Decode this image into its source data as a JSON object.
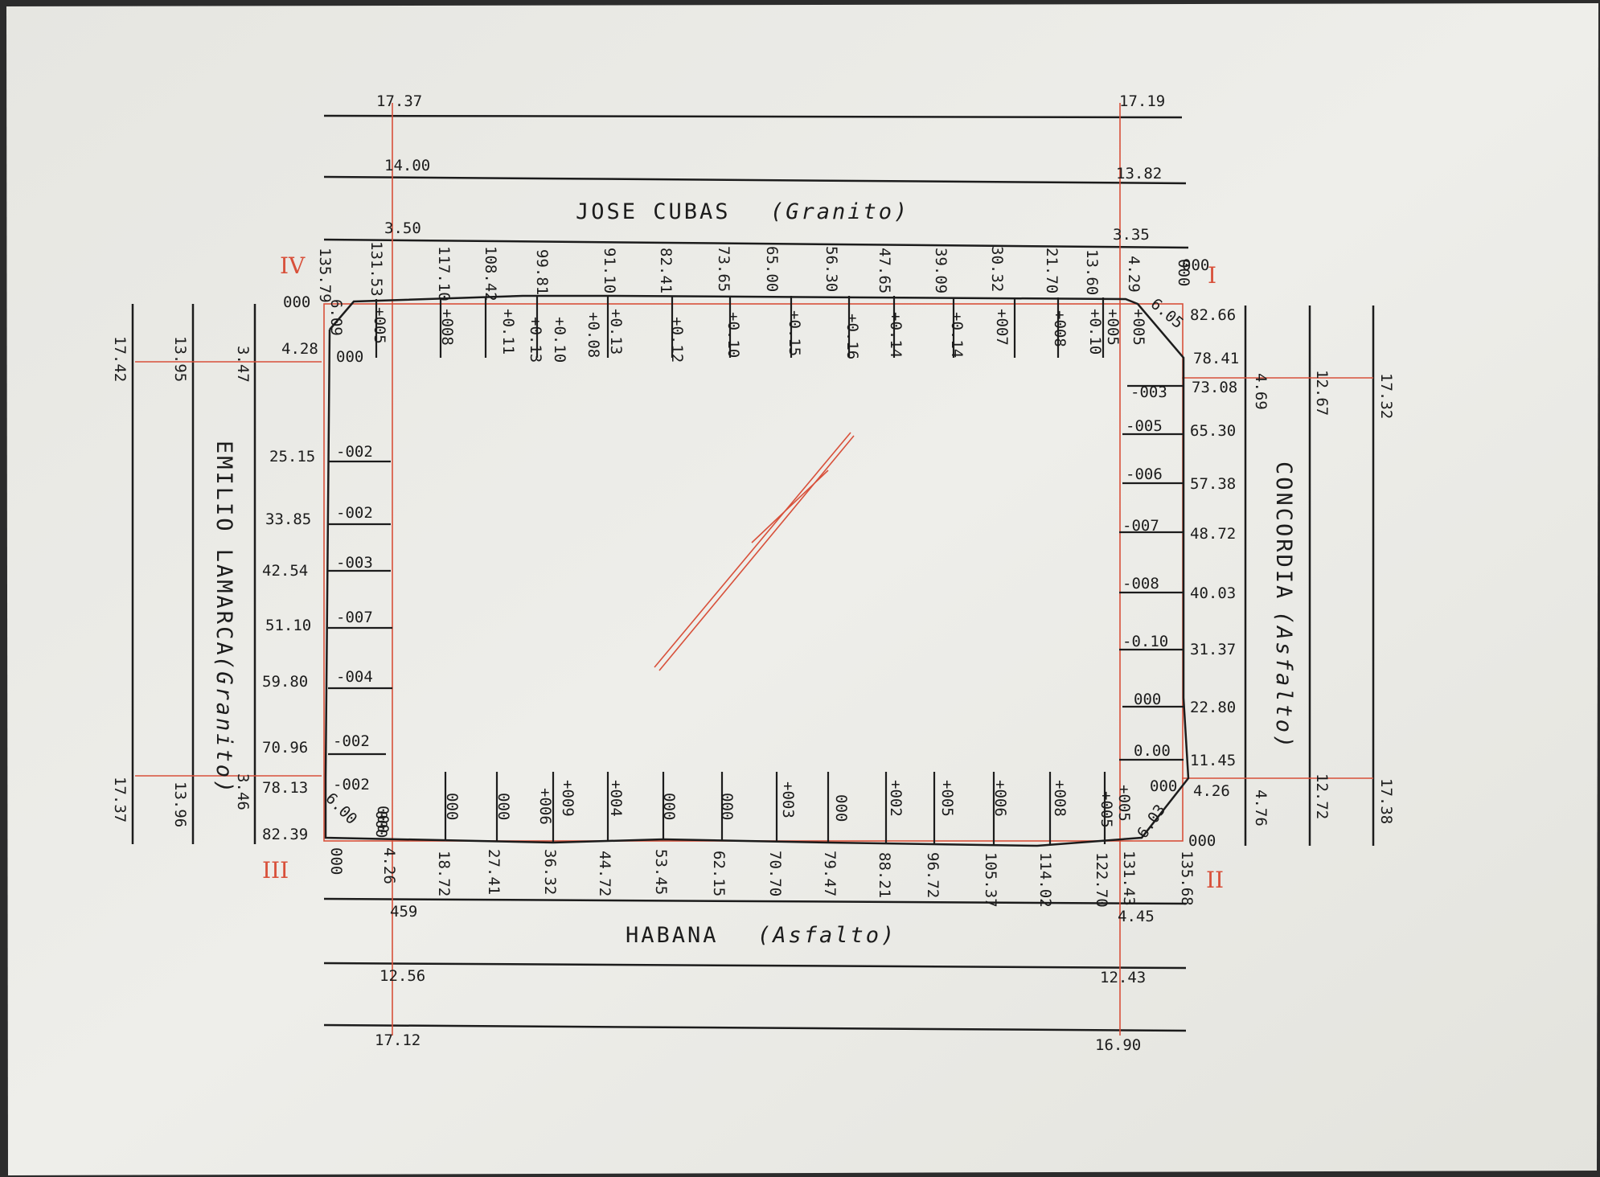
{
  "streets": {
    "north": {
      "name": "JOSE CUBAS",
      "surface": "(Granito)"
    },
    "south": {
      "name": "HABANA",
      "surface": "(Asfalto)"
    },
    "west": {
      "name": "EMILIO LAMARCA",
      "surface": "(Granito)"
    },
    "east": {
      "name": "CONCORDIA",
      "surface": "(Asfalto)"
    }
  },
  "corners": {
    "I": "I",
    "II": "II",
    "III": "III",
    "IV": "IV"
  },
  "top_cross_left": [
    "17.37",
    "14.00",
    "3.50"
  ],
  "top_cross_right": [
    "17.19",
    "13.82",
    "3.35"
  ],
  "bottom_cross_left": [
    "459",
    "12.56",
    "17.12"
  ],
  "bottom_cross_right": [
    "4.45",
    "12.43",
    "16.90"
  ],
  "left_cross_top": [
    "17.42",
    "13.95",
    "3.47"
  ],
  "left_cross_bottom": [
    "17.37",
    "13.96",
    "3.46"
  ],
  "right_cross_top": [
    "4.69",
    "12.67",
    "17.32"
  ],
  "right_cross_bottom": [
    "4.76",
    "12.72",
    "17.38"
  ],
  "top_dist": [
    "135.79",
    "131.53",
    "117.10",
    "108.42",
    "99.81",
    "91.10",
    "82.41",
    "73.65",
    "65.00",
    "56.30",
    "47.65",
    "39.09",
    "30.32",
    "21.70",
    "13.60",
    "4.29",
    "000"
  ],
  "top_lev": [
    "+005",
    "+008",
    "+0.11",
    "+0.13",
    "+0.10",
    "+0.08",
    "+0.13",
    "+0.12",
    "+0.10",
    "+0.15",
    "+0.16",
    "+0.14",
    "+0.14",
    "+007",
    "+008",
    "+0.10",
    "+005",
    "+005"
  ],
  "bottom_dist": [
    "000",
    "4.26",
    "18.72",
    "27.41",
    "36.32",
    "44.72",
    "53.45",
    "62.15",
    "70.70",
    "79.47",
    "88.21",
    "96.72",
    "105.37",
    "114.02",
    "122.70",
    "131.43",
    "135.68"
  ],
  "bottom_lev": [
    "000",
    "000",
    "000",
    "+006",
    "+009",
    "+004",
    "000",
    "000",
    "+003",
    "000",
    "+002",
    "+005",
    "+006",
    "+008",
    "+005",
    "+005"
  ],
  "left_dist": [
    "000",
    "4.28",
    "25.15",
    "33.85",
    "42.54",
    "51.10",
    "59.80",
    "70.96",
    "78.13",
    "82.39"
  ],
  "left_lev": [
    "000",
    "-002",
    "-002",
    "-003",
    "-007",
    "-004",
    "-002",
    "-002",
    "000"
  ],
  "right_dist": [
    "82.66",
    "78.41",
    "73.08",
    "65.30",
    "57.38",
    "48.72",
    "40.03",
    "31.37",
    "22.80",
    "11.45",
    "4.26",
    "000"
  ],
  "right_lev": [
    "000",
    "-003",
    "-005",
    "-006",
    "-007",
    "-008",
    "-0.10",
    "000",
    "0.00",
    "000"
  ],
  "chamfers": [
    "6.09",
    "6.05",
    "6.00",
    "6.03"
  ],
  "colors": {
    "paper": "#ebebe6",
    "ink": "#1c1c1c",
    "red": "#d8503a"
  }
}
